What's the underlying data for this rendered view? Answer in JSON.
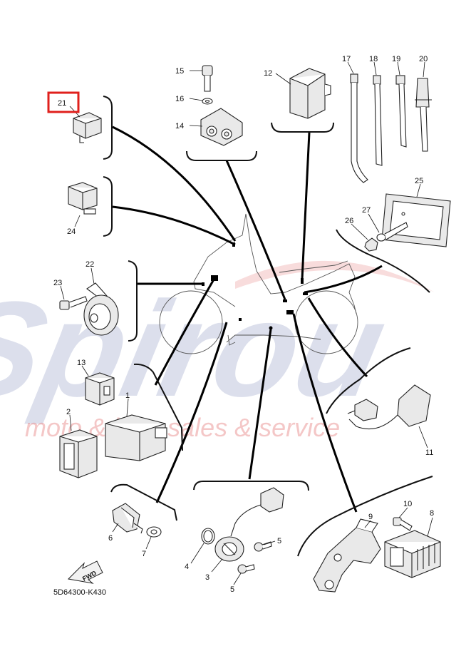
{
  "diagram": {
    "code": "5D64300-K430",
    "fwd_label": "FWD",
    "highlighted_part": "21",
    "highlight_color": "#e0201c"
  },
  "watermark": {
    "brand": "Spirou",
    "tagline": "moto & bike sales & service",
    "brand_color": "#2a3e8f",
    "accent_color": "#d82a2a"
  },
  "parts": {
    "p1": "1",
    "p2": "2",
    "p3": "3",
    "p4": "4",
    "p5a": "5",
    "p5b": "5",
    "p6": "6",
    "p7": "7",
    "p8": "8",
    "p9": "9",
    "p10": "10",
    "p11": "11",
    "p12": "12",
    "p13": "13",
    "p14": "14",
    "p15": "15",
    "p16": "16",
    "p17": "17",
    "p18": "18",
    "p19": "19",
    "p20": "20",
    "p21": "21",
    "p22": "22",
    "p23": "23",
    "p24": "24",
    "p25": "25",
    "p26": "26",
    "p27": "27"
  }
}
